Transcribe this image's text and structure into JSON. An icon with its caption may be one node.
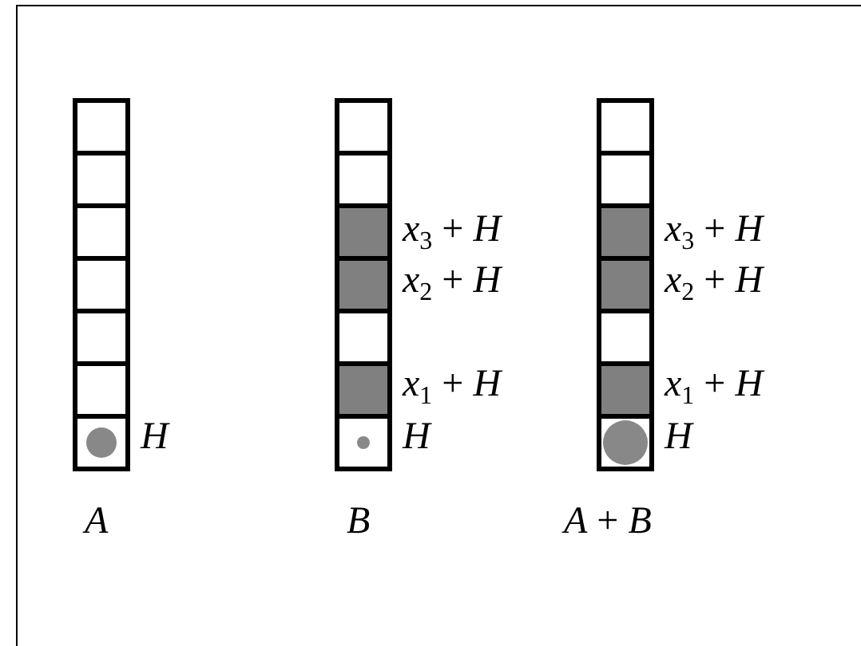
{
  "diagram": {
    "labels": [
      "*x*$_{3}$ + *H*",
      "*x*$_{3}$ + *H*",
      "*x*$_{2}$ + *H*",
      "*x*$_{2}$ + *H*",
      "*x*$_{1}$ + *H*",
      "*x*$_{1}$ + *H*",
      "*H*",
      "*H*",
      "*H*",
      "*A*",
      "*B*",
      "*A* + *B*"
    ]
  }
}
